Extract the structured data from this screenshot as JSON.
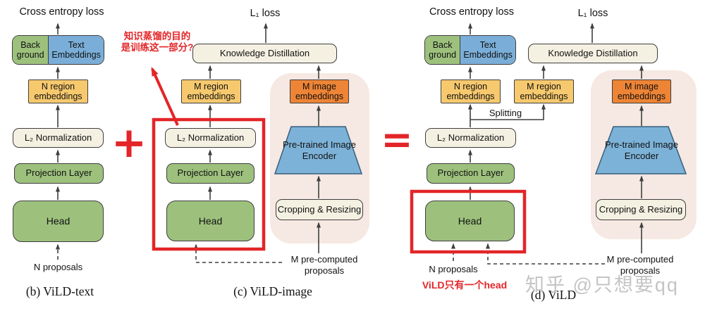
{
  "colors": {
    "green": "#9dc17d",
    "blue": "#7aaed8",
    "yellow": "#f7c96e",
    "orange": "#ee8435",
    "cream": "#f5f1e2",
    "pink": "#f6e8e2",
    "trap": "#7db2d8",
    "red": "#e32528",
    "wm": "#c4c4c4",
    "line": "#3f3f3f",
    "border": "#3e3e3e"
  },
  "operators": {
    "plus": "+",
    "equals": "="
  },
  "annotations": {
    "distill_note": {
      "line1": "知识蒸馏的目的",
      "line2": "是训练这一部分?"
    },
    "head_note": "ViLD只有一个head"
  },
  "watermark": {
    "text": "知乎 @只想要qq"
  },
  "panel_b": {
    "loss_label": "Cross entropy loss",
    "background_label": "Back ground",
    "text_embeddings_label": "Text Embeddings",
    "region_embeddings_label": "N region embeddings",
    "l2_label": "L₂ Normalization",
    "projection_label": "Projection Layer",
    "head_label": "Head",
    "proposals_label": "N proposals",
    "caption": "(b) ViLD-text"
  },
  "panel_c": {
    "loss_label": "L₁ loss",
    "kd_label": "Knowledge Distillation",
    "region_embeddings_label": "M region embeddings",
    "l2_label": "L₂ Normalization",
    "projection_label": "Projection Layer",
    "head_label": "Head",
    "image_embeddings_label": "M image embeddings",
    "encoder_label": "Pre-trained Image Encoder",
    "cropping_label": "Cropping & Resizing",
    "proposals_label": "M pre-computed proposals",
    "caption": "(c) ViLD-image"
  },
  "panel_d": {
    "ce_loss_label": "Cross entropy loss",
    "l1_loss_label": "L₁ loss",
    "background_label": "Back ground",
    "text_embeddings_label": "Text Embeddings",
    "n_region_label": "N region embeddings",
    "m_region_label": "M region embeddings",
    "splitting_label": "Splitting",
    "kd_label": "Knowledge Distillation",
    "l2_label": "L₂ Normalization",
    "projection_label": "Projection Layer",
    "head_label": "Head",
    "image_embeddings_label": "M image embeddings",
    "encoder_label": "Pre-trained Image Encoder",
    "cropping_label": "Cropping & Resizing",
    "n_proposals_label": "N proposals",
    "m_proposals_label": "M pre-computed proposals",
    "caption": "(d) ViLD"
  }
}
